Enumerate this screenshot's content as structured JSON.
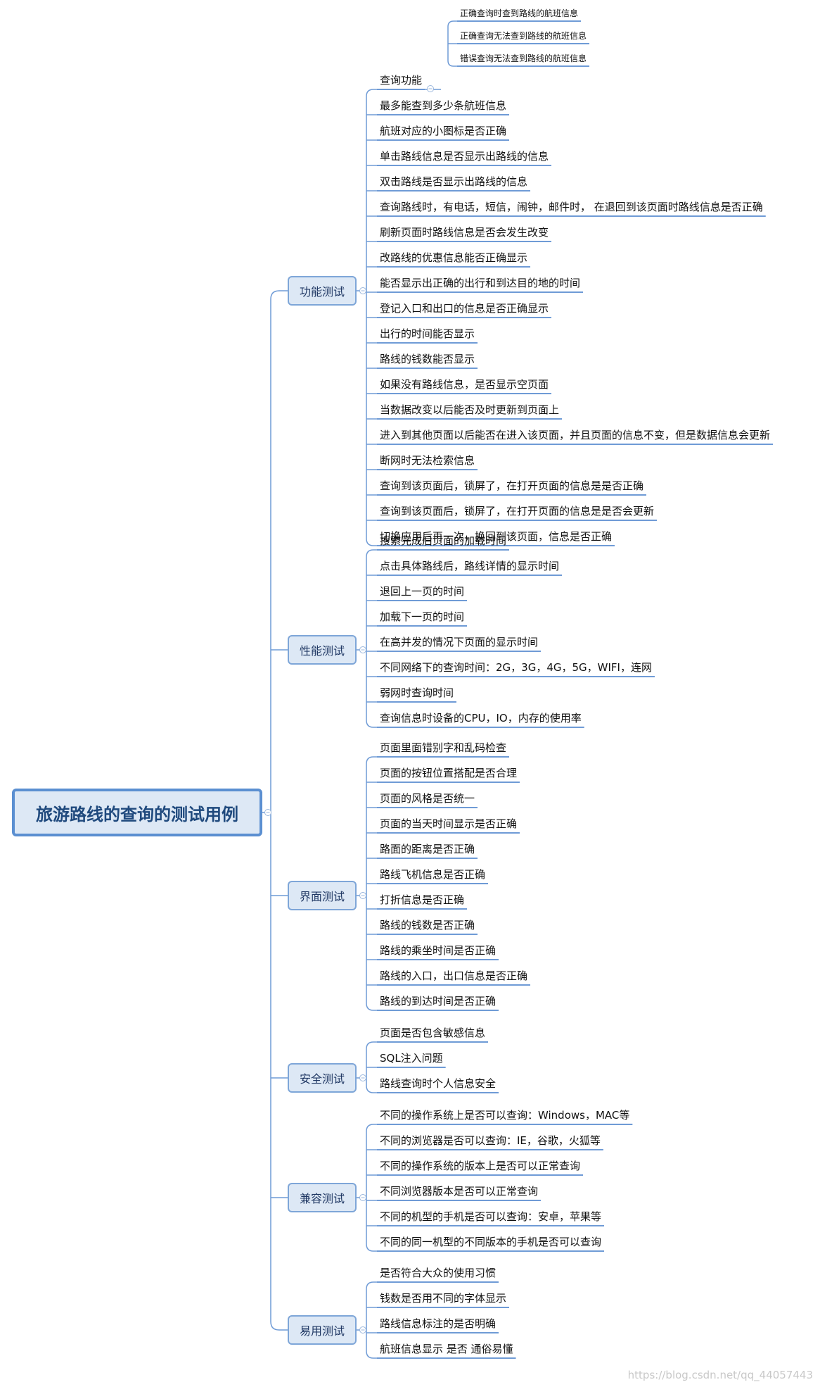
{
  "mindmap": {
    "root": "旅游路线的查询的测试用例",
    "branches": [
      {
        "label": "功能测试",
        "items": [
          {
            "label": "查询功能",
            "children": [
              "正确查询时查到路线的航班信息",
              "正确查询无法查到路线的航班信息",
              "错误查询无法查到路线的航班信息"
            ]
          },
          {
            "label": "最多能查到多少条航班信息"
          },
          {
            "label": "航班对应的小图标是否正确"
          },
          {
            "label": "单击路线信息是否显示出路线的信息"
          },
          {
            "label": "双击路线是否显示出路线的信息"
          },
          {
            "label": "查询路线时，有电话，短信，闹钟，邮件时， 在退回到该页面时路线信息是否正确"
          },
          {
            "label": "刷新页面时路线信息是否会发生改变"
          },
          {
            "label": "改路线的优惠信息能否正确显示"
          },
          {
            "label": "能否显示出正确的出行和到达目的地的时间"
          },
          {
            "label": "登记入口和出口的信息是否正确显示"
          },
          {
            "label": "出行的时间能否显示"
          },
          {
            "label": "路线的钱数能否显示"
          },
          {
            "label": "如果没有路线信息，是否显示空页面"
          },
          {
            "label": "当数据改变以后能否及时更新到页面上"
          },
          {
            "label": "进入到其他页面以后能否在进入该页面，并且页面的信息不变，但是数据信息会更新"
          },
          {
            "label": "断网时无法检索信息"
          },
          {
            "label": "查询到该页面后，锁屏了，在打开页面的信息是是否正确"
          },
          {
            "label": "查询到该页面后，锁屏了，在打开页面的信息是是否会更新"
          },
          {
            "label": "切换应用后再一次，换回到该页面，信息是否正确"
          }
        ]
      },
      {
        "label": "性能测试",
        "items": [
          {
            "label": "搜索完成后页面的加载时间"
          },
          {
            "label": "点击具体路线后，路线详情的显示时间"
          },
          {
            "label": "退回上一页的时间"
          },
          {
            "label": "加载下一页的时间"
          },
          {
            "label": "在高并发的情况下页面的显示时间"
          },
          {
            "label": "不同网络下的查询时间：2G，3G，4G，5G，WIFI，连网"
          },
          {
            "label": "弱网时查询时间"
          },
          {
            "label": "查询信息时设备的CPU，IO，内存的使用率"
          }
        ]
      },
      {
        "label": "界面测试",
        "items": [
          {
            "label": "页面里面错别字和乱码检查"
          },
          {
            "label": "页面的按钮位置搭配是否合理"
          },
          {
            "label": "页面的风格是否统一"
          },
          {
            "label": "页面的当天时间显示是否正确"
          },
          {
            "label": "路面的距离是否正确"
          },
          {
            "label": "路线飞机信息是否正确"
          },
          {
            "label": "打折信息是否正确"
          },
          {
            "label": "路线的钱数是否正确"
          },
          {
            "label": "路线的乘坐时间是否正确"
          },
          {
            "label": "路线的入口，出口信息是否正确"
          },
          {
            "label": "路线的到达时间是否正确"
          }
        ]
      },
      {
        "label": "安全测试",
        "items": [
          {
            "label": "页面是否包含敏感信息"
          },
          {
            "label": "SQL注入问题"
          },
          {
            "label": "路线查询时个人信息安全"
          }
        ]
      },
      {
        "label": "兼容测试",
        "items": [
          {
            "label": "不同的操作系统上是否可以查询：Windows，MAC等"
          },
          {
            "label": "不同的浏览器是否可以查询：IE，谷歌，火狐等"
          },
          {
            "label": "不同的操作系统的版本上是否可以正常查询"
          },
          {
            "label": "不同浏览器版本是否可以正常查询"
          },
          {
            "label": "不同的机型的手机是否可以查询：安卓，苹果等"
          },
          {
            "label": "不同的同一机型的不同版本的手机是否可以查询"
          }
        ]
      },
      {
        "label": "易用测试",
        "items": [
          {
            "label": "是否符合大众的使用习惯"
          },
          {
            "label": "钱数是否用不同的字体显示"
          },
          {
            "label": "路线信息标注的是否明确"
          },
          {
            "label": "航班信息显示 是否 通俗易懂"
          }
        ]
      }
    ]
  },
  "watermark": "https://blog.csdn.net/qq_44057443",
  "colors": {
    "line": "#6f9bd6",
    "node_fill": "#dde8f5",
    "root_border": "#5b8fd1",
    "branch_border": "#7ea6d8"
  }
}
